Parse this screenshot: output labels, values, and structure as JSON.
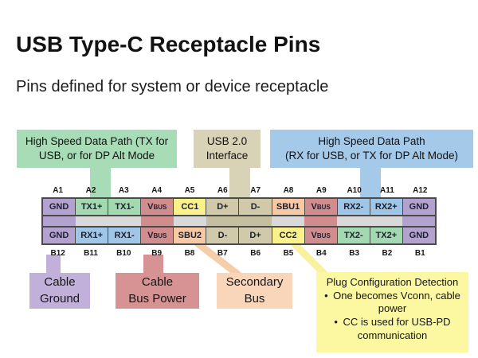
{
  "title": "USB Type-C Receptacle Pins",
  "subtitle": "Pins defined for system or device receptacle",
  "colors": {
    "green": "#a2d9b1",
    "blue": "#9fc5e7",
    "purple": "#b3a2cf",
    "red": "#d18d8d",
    "yellow": "#fbf18b",
    "usb2": "#d0caab",
    "usb2_dark": "#c6bf9f",
    "peach": "#f6c8a4",
    "gray": "#d9d9d9",
    "green_box": "#a8dcb6",
    "tan_box": "#d8d2b7",
    "blue_box": "#a5c9e9",
    "purple_box": "#c1b0da",
    "red_box": "#d79393",
    "peach_box": "#f9d6ba",
    "yellow_box": "#fcf8a2",
    "peach_line": "#f5cda9",
    "yellow_line": "#f8f1a0",
    "border": "#4a4a4a"
  },
  "callouts_top": {
    "tx": {
      "line1": "High Speed Data Path (TX for",
      "line2": "USB, or for DP Alt Mode"
    },
    "usb2": {
      "line1": "USB 2.0",
      "line2": "Interface"
    },
    "rx": {
      "line1": "High Speed Data Path",
      "line2": "(RX for USB, or TX for DP Alt Mode)"
    }
  },
  "pin_table": {
    "type_colors": {
      "gnd": "purple",
      "tx": "green",
      "vbus": "red",
      "cc": "yellow",
      "usb2": "usb2",
      "sbu": "peach",
      "rx": "blue"
    },
    "row_a": [
      {
        "num": "A1",
        "label": "GND",
        "type": "gnd"
      },
      {
        "num": "A2",
        "label": "TX1+",
        "type": "tx"
      },
      {
        "num": "A3",
        "label": "TX1-",
        "type": "tx"
      },
      {
        "num": "A4",
        "label": "VBUS",
        "type": "vbus"
      },
      {
        "num": "A5",
        "label": "CC1",
        "type": "cc"
      },
      {
        "num": "A6",
        "label": "D+",
        "type": "usb2"
      },
      {
        "num": "A7",
        "label": "D-",
        "type": "usb2"
      },
      {
        "num": "A8",
        "label": "SBU1",
        "type": "sbu"
      },
      {
        "num": "A9",
        "label": "VBUS",
        "type": "vbus"
      },
      {
        "num": "A10",
        "label": "RX2-",
        "type": "rx"
      },
      {
        "num": "A11",
        "label": "RX2+",
        "type": "rx"
      },
      {
        "num": "A12",
        "label": "GND",
        "type": "gnd"
      }
    ],
    "middle": [
      "purple",
      null,
      null,
      "red",
      null,
      "usb2_dark",
      "usb2_dark",
      null,
      "red",
      null,
      null,
      "purple"
    ],
    "row_b": [
      {
        "num": "B12",
        "label": "GND",
        "type": "gnd"
      },
      {
        "num": "B11",
        "label": "RX1+",
        "type": "rx"
      },
      {
        "num": "B10",
        "label": "RX1-",
        "type": "rx"
      },
      {
        "num": "B9",
        "label": "VBUS",
        "type": "vbus"
      },
      {
        "num": "B8",
        "label": "SBU2",
        "type": "sbu"
      },
      {
        "num": "B7",
        "label": "D-",
        "type": "usb2"
      },
      {
        "num": "B6",
        "label": "D+",
        "type": "usb2"
      },
      {
        "num": "B5",
        "label": "CC2",
        "type": "cc"
      },
      {
        "num": "B4",
        "label": "VBUS",
        "type": "vbus"
      },
      {
        "num": "B3",
        "label": "TX2-",
        "type": "tx"
      },
      {
        "num": "B2",
        "label": "TX2+",
        "type": "tx"
      },
      {
        "num": "B1",
        "label": "GND",
        "type": "gnd"
      }
    ]
  },
  "callouts_bottom": {
    "ground": {
      "line1": "Cable",
      "line2": "Ground"
    },
    "power": {
      "line1": "Cable",
      "line2": "Bus Power"
    },
    "sbu": {
      "line1": "Secondary",
      "line2": "Bus"
    },
    "config": {
      "title": "Plug Configuration Detection",
      "bullets": [
        "One becomes Vconn, cable power",
        "CC is used for USB-PD communication"
      ]
    }
  }
}
